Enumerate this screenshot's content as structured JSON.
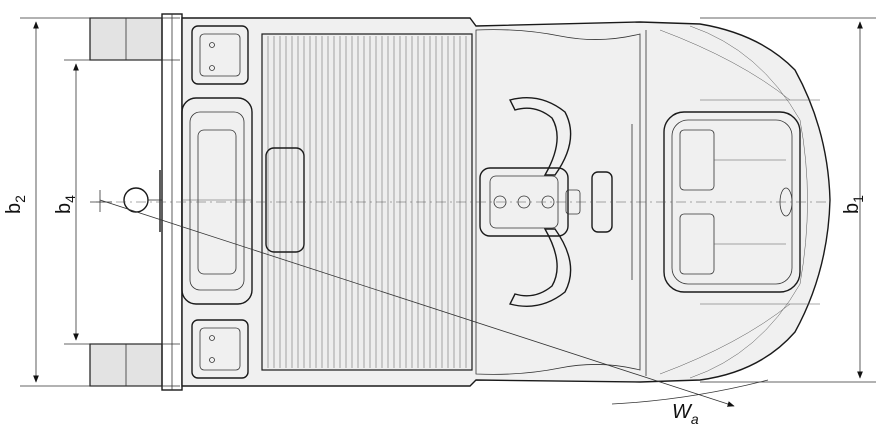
{
  "labels": {
    "b1": {
      "base": "b",
      "sub": "1"
    },
    "b2": {
      "base": "b",
      "sub": "2"
    },
    "b4": {
      "base": "b",
      "sub": "4"
    },
    "wa": {
      "base": "W",
      "sub": "a"
    }
  },
  "colors": {
    "line": "#1a1a1a",
    "body_fill": "#f0f0f0",
    "fork_fill": "#e3e3e3"
  }
}
